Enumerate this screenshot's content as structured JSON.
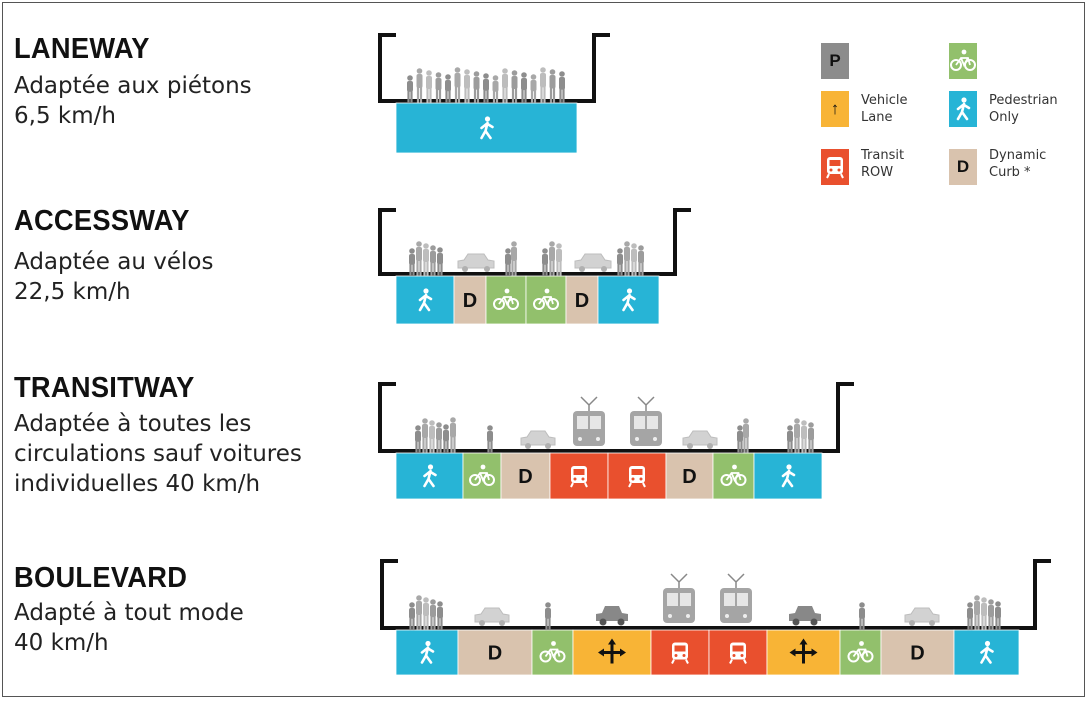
{
  "sections": [
    {
      "title": "LANEWAY",
      "desc": "Adaptée aux piétons\n6,5 km/h"
    },
    {
      "title": "ACCESSWAY",
      "desc": "Adaptée au vélos\n22,5 km/h"
    },
    {
      "title": "TRANSITWAY",
      "desc": "Adaptée à toutes les\ncirculations sauf voitures\nindividuelles 40 km/h"
    },
    {
      "title": "BOULEVARD",
      "desc": "Adapté à tout mode\n40 km/h"
    }
  ],
  "colors": {
    "parking": "#8c8c8c",
    "bike": "#92c06c",
    "vehicle": "#f8b436",
    "pedestrian": "#27b4d6",
    "transit": "#e9502e",
    "curb": "#d9c3ae"
  },
  "legend": [
    {
      "type": "parking",
      "glyph": "P",
      "label": "",
      "icon": "parking-icon"
    },
    {
      "type": "bike",
      "glyph": "",
      "label": "",
      "icon": "bicycle-icon"
    },
    {
      "type": "vehicle",
      "glyph": "↑",
      "label": "Vehicle\nLane",
      "icon": "vehicle-arrow-icon"
    },
    {
      "type": "pedestrian",
      "glyph": "",
      "label": "Pedestrian\nOnly",
      "icon": "pedestrian-icon"
    },
    {
      "type": "transit",
      "glyph": "",
      "label": "Transit\nROW",
      "icon": "transit-icon"
    },
    {
      "type": "curb",
      "glyph": "D",
      "label": "Dynamic\nCurb *",
      "icon": "dynamic-curb-icon"
    }
  ],
  "streets": [
    {
      "name": "laneway",
      "lanes": [
        "pedestrian"
      ]
    },
    {
      "name": "accessway",
      "lanes": [
        "pedestrian",
        "curb",
        "bike",
        "bike",
        "curb",
        "pedestrian"
      ]
    },
    {
      "name": "transitway",
      "lanes": [
        "pedestrian",
        "bike",
        "curb",
        "transit",
        "transit",
        "curb",
        "bike",
        "pedestrian"
      ]
    },
    {
      "name": "boulevard",
      "lanes": [
        "pedestrian",
        "curb",
        "bike",
        "vehicle",
        "transit",
        "transit",
        "vehicle",
        "bike",
        "curb",
        "pedestrian"
      ]
    }
  ],
  "glyphs": {
    "curb": "D",
    "parking": "P"
  }
}
